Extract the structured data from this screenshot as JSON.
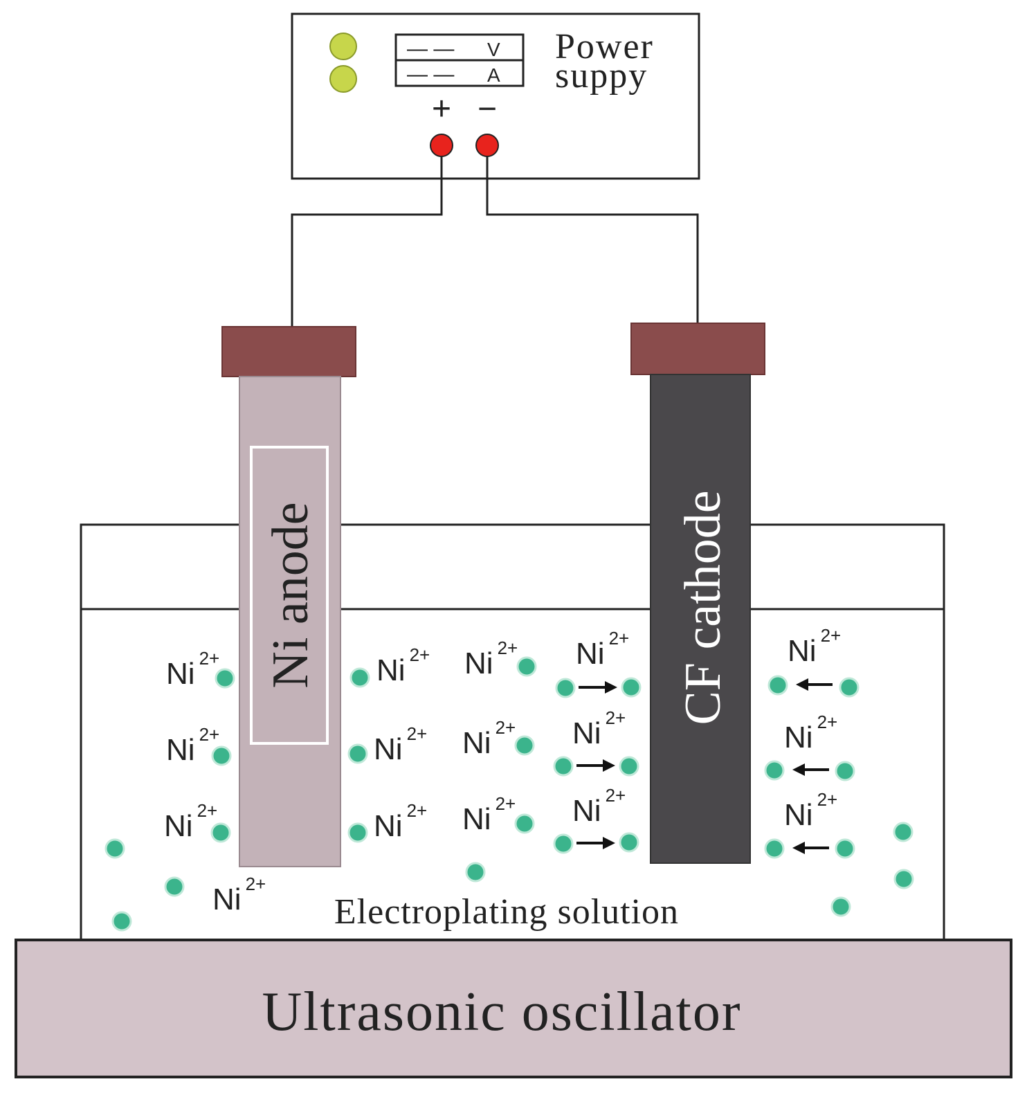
{
  "power_supply": {
    "title_line1": "Power",
    "title_line2": "suppy",
    "meter_v": "V",
    "meter_a": "A",
    "meter_dashes": "— —",
    "plus_label": "+",
    "minus_label": "−"
  },
  "anode": {
    "label": "Ni anode"
  },
  "cathode": {
    "label": "CF cathode"
  },
  "solution": {
    "label": "Electroplating solution"
  },
  "base": {
    "label": "Ultrasonic oscillator"
  },
  "ion": {
    "symbol": "Ni",
    "charge": "2+"
  },
  "colors": {
    "indicator_light": "#c7d64b",
    "terminal": "#e8231d",
    "clamp": "#8a4c4c",
    "anode_body": "#c3b2b8",
    "cathode_body": "#4a484b",
    "ion_dot": "#3bb48c",
    "base_fill": "#d3c3c9",
    "stroke": "#222222"
  }
}
